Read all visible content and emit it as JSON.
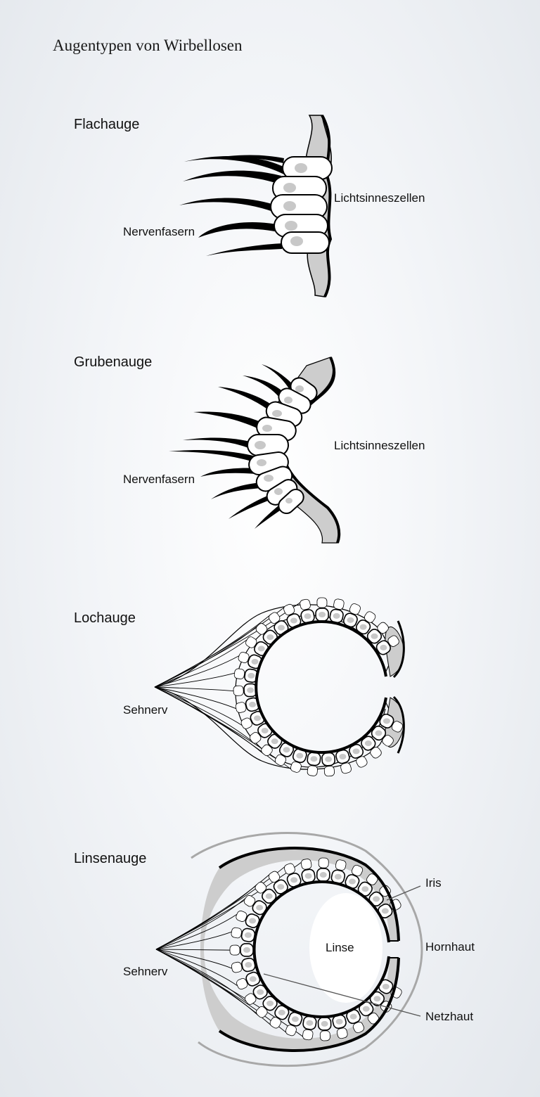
{
  "title": "Augentypen von Wirbellosen",
  "panels": {
    "flach": {
      "title": "Flachauge",
      "labels": {
        "cells": "Lichtsinneszellen",
        "nerves": "Nervenfasern"
      }
    },
    "gruben": {
      "title": "Grubenauge",
      "labels": {
        "cells": "Lichtsinneszellen",
        "nerves": "Nervenfasern"
      }
    },
    "loch": {
      "title": "Lochauge",
      "labels": {
        "nerve": "Sehnerv"
      }
    },
    "linsen": {
      "title": "Linsenauge",
      "labels": {
        "iris": "Iris",
        "cornea": "Hornhaut",
        "retina": "Netzhaut",
        "lens": "Linse",
        "nerve": "Sehnerv"
      }
    }
  },
  "colors": {
    "tissue": "#cdcdcd",
    "outline": "#000000",
    "cell_fill": "#ffffff",
    "nucleus": "#c8c8c8",
    "lens": "#ffffff",
    "outer_ring": "#a8a8a8"
  }
}
